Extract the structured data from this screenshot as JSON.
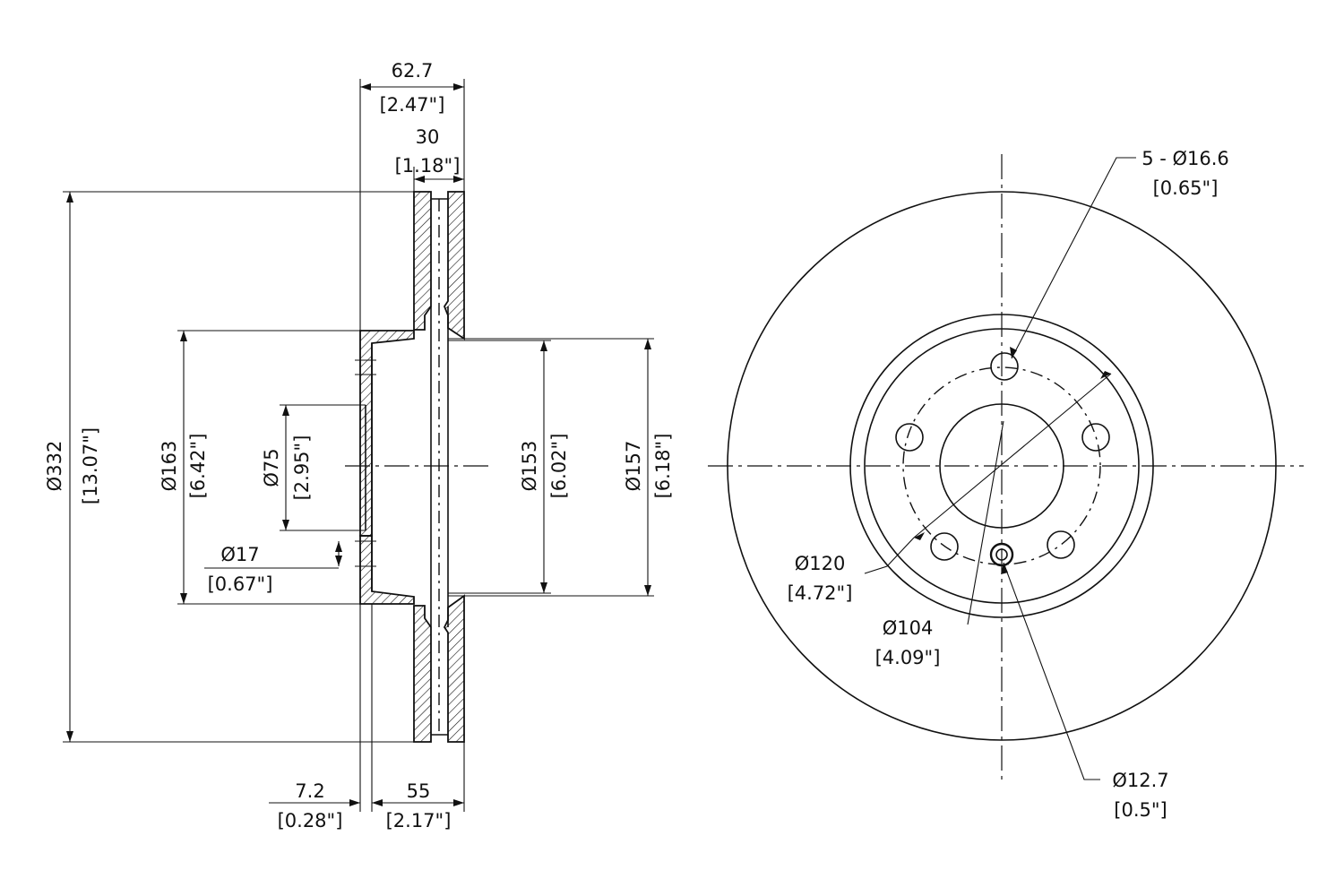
{
  "dimensions": {
    "overall_width": {
      "mm": "62.7",
      "inch": "[2.47\"]"
    },
    "friction_width": {
      "mm": "30",
      "inch": "[1.18\"]"
    },
    "outer_diameter": {
      "mm": "Ø332",
      "inch": "[13.07\"]"
    },
    "hat_diameter": {
      "mm": "Ø163",
      "inch": "[6.42\"]"
    },
    "center_bore": {
      "mm": "Ø75",
      "inch": "[2.95\"]"
    },
    "stud_hole_side": {
      "mm": "Ø17",
      "inch": "[0.67\"]"
    },
    "inner_diameter": {
      "mm": "Ø153",
      "inch": "[6.02\"]"
    },
    "hat_outer_diameter": {
      "mm": "Ø157",
      "inch": "[6.18\"]"
    },
    "hat_thickness": {
      "mm": "7.2",
      "inch": "[0.28\"]"
    },
    "hat_height": {
      "mm": "55",
      "inch": "[2.17\"]"
    },
    "bolt_holes": {
      "mm": "5 - Ø16.6",
      "inch": "[0.65\"]"
    },
    "bolt_circle": {
      "mm": "Ø120",
      "inch": "[4.72\"]"
    },
    "hub_diameter": {
      "mm": "Ø104",
      "inch": "[4.09\"]"
    },
    "locator_hole": {
      "mm": "Ø12.7",
      "inch": "[0.5\"]"
    }
  }
}
